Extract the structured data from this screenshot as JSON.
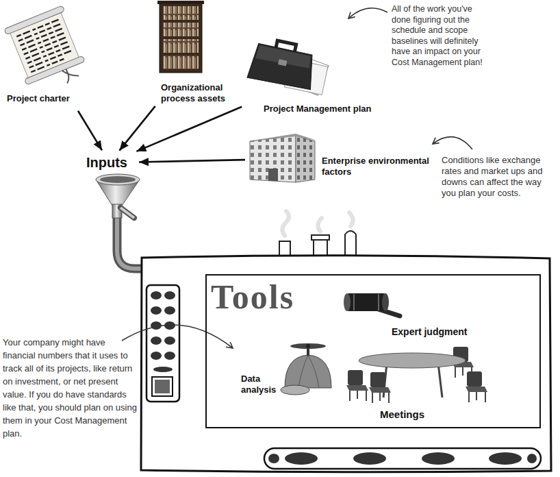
{
  "diagram": {
    "nodes": [
      {
        "text": [
          "Project charter"
        ]
      },
      {
        "text": [
          "Organizational process assets"
        ]
      },
      {
        "text": [
          "Project Management plan"
        ]
      },
      {
        "text": [
          "Enterprise environmental factors"
        ]
      },
      {
        "text": [
          "Inputs"
        ]
      },
      {
        "text": [
          "Tools"
        ]
      },
      {
        "text": [
          "Expert judgment"
        ],
        "in": 5
      },
      {
        "text": [
          "Data analysis"
        ],
        "in": 5
      },
      {
        "text": [
          "Meetings"
        ],
        "in": 5
      }
    ],
    "edges": [
      {
        "from": 0,
        "to": 4,
        "arrow": "to"
      },
      {
        "from": 1,
        "to": 4,
        "arrow": "to"
      },
      {
        "from": 2,
        "to": 4,
        "arrow": "to"
      },
      {
        "from": 3,
        "to": 4,
        "arrow": "to"
      }
    ],
    "labels": [
      "All of the work you've done figuring out the schedule and scope baselines will definitely have an impact on your Cost Management plan!",
      "Conditions like exchange rates and market ups and downs can affect the way you plan your costs.",
      "Your company might have financial numbers that it uses to track all of its projects, like return on investment, or net present value. If you do have standards like that, you should plan on using them in your Cost Management plan."
    ]
  }
}
